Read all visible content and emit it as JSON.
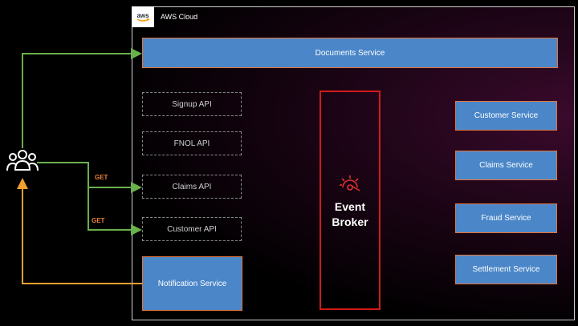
{
  "cloud": {
    "label": "AWS Cloud",
    "logo_text": "aws"
  },
  "documents_service": "Documents Service",
  "apis": [
    {
      "label": "Signup API"
    },
    {
      "label": "FNOL API"
    },
    {
      "label": "Claims API"
    },
    {
      "label": "Customer API"
    }
  ],
  "event_broker": {
    "label": "Event\nBroker",
    "icon": "event-broker-icon"
  },
  "services": [
    {
      "label": "Customer Service"
    },
    {
      "label": "Claims Service"
    },
    {
      "label": "Fraud Service"
    },
    {
      "label": "Settlement Service"
    }
  ],
  "notification_service": "Notification Service",
  "requests": [
    {
      "label": "GET"
    },
    {
      "label": "GET"
    }
  ],
  "users_icon": "users-icon",
  "colors": {
    "service_fill": "#4a86c8",
    "service_border": "#e8743b",
    "green_arrow": "#6ab04c",
    "orange_arrow": "#f0a030",
    "broker_border": "#d01a1a"
  }
}
